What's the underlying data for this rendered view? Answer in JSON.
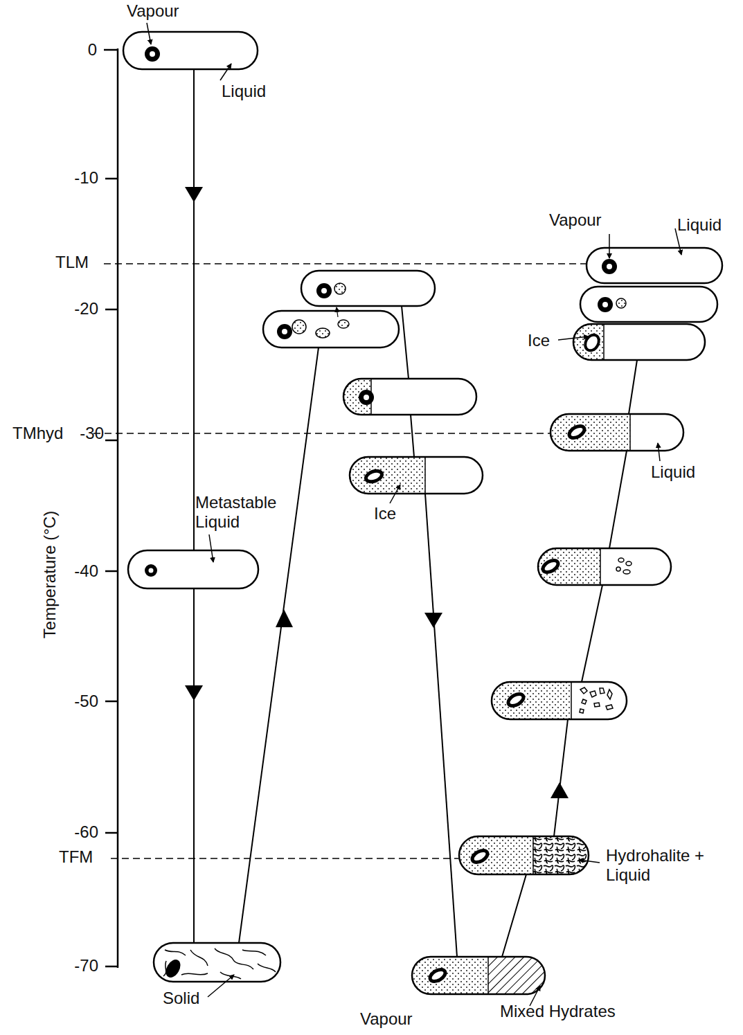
{
  "diagram": {
    "labels": [
      "Vapour",
      "0",
      "Liquid",
      "-10",
      "Vapour",
      "Liquid",
      "TLM",
      "-20",
      "Ice",
      "TMhyd",
      "-30",
      "Liquid",
      "Metastable Liquid",
      "Ice",
      "Temperature (°C)",
      "-40",
      "-50",
      "-60",
      "TFM",
      "Hydrohalite + Liquid",
      "-70",
      "Solid",
      "Vapour",
      "Mixed Hydrates"
    ]
  }
}
